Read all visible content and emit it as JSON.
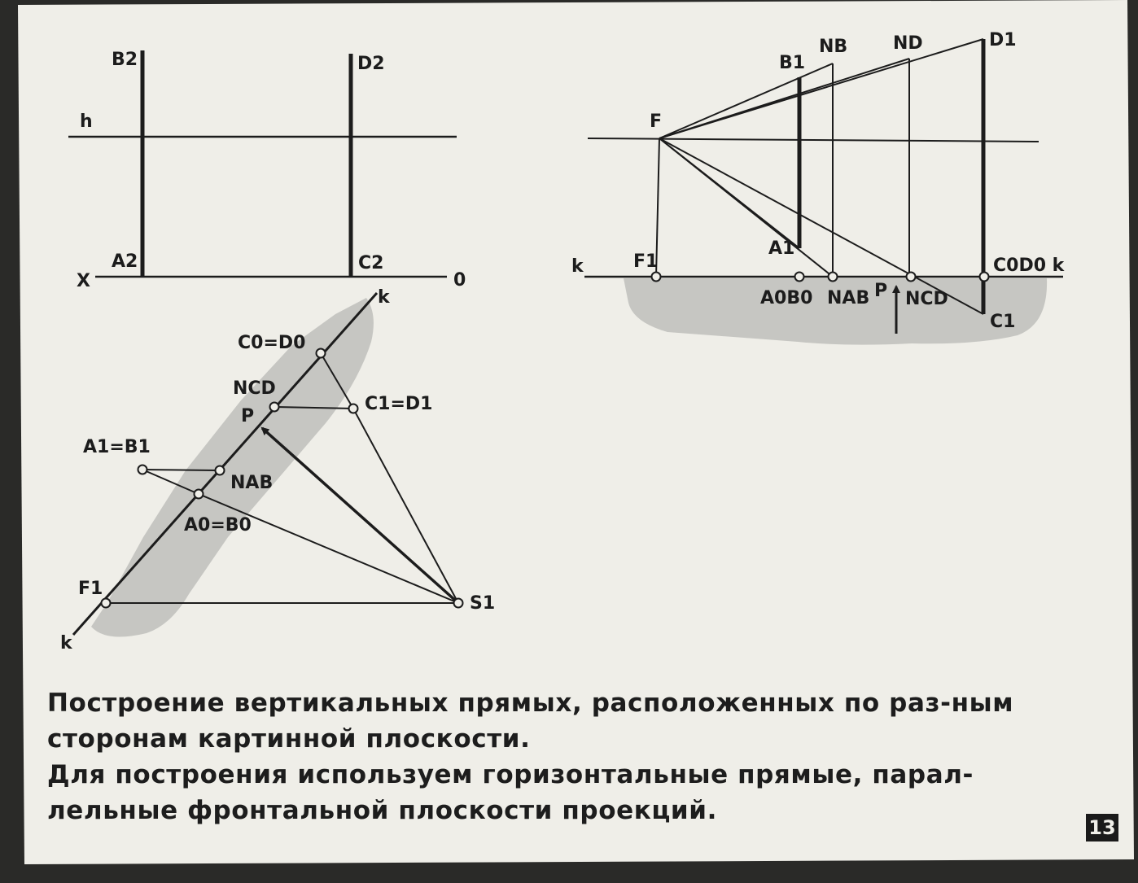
{
  "diagram_front": {
    "labels": {
      "b2": "B2",
      "d2": "D2",
      "h": "h",
      "a2": "A2",
      "c2": "C2",
      "x": "X",
      "o": "0"
    }
  },
  "diagram_plan": {
    "labels": {
      "k_top": "k",
      "c0_d0": "C0=D0",
      "n_cd": "NCD",
      "c1_d1": "C1=D1",
      "p": "P",
      "a1_b1": "A1=B1",
      "n_ab": "NAB",
      "a0_b0": "A0=B0",
      "f1": "F1",
      "s1": "S1",
      "k_bottom": "k"
    }
  },
  "diagram_perspective": {
    "labels": {
      "b1": "B1",
      "n_b": "NB",
      "n_d": "ND",
      "d1": "D1",
      "f": "F",
      "a1": "A1",
      "k_left": "k",
      "f1": "F1",
      "c0d0_k": "C0D0 k",
      "a0b0": "A0B0",
      "n_ab": "NAB",
      "p": "P",
      "n_cd": "NCD",
      "c1": "C1"
    }
  },
  "caption": {
    "paragraph1": "Построение вертикальных прямых, расположенных по раз-ным сторонам картинной плоскости.",
    "paragraph2": "Для построения используем горизонтальные прямые, парал-лельные фронтальной плоскости проекций."
  },
  "slide_number": "13",
  "colors": {
    "background": "#efeee8",
    "ink": "#1c1c1c",
    "shade": "#c6c6c2",
    "frame": "#2a2a28"
  }
}
